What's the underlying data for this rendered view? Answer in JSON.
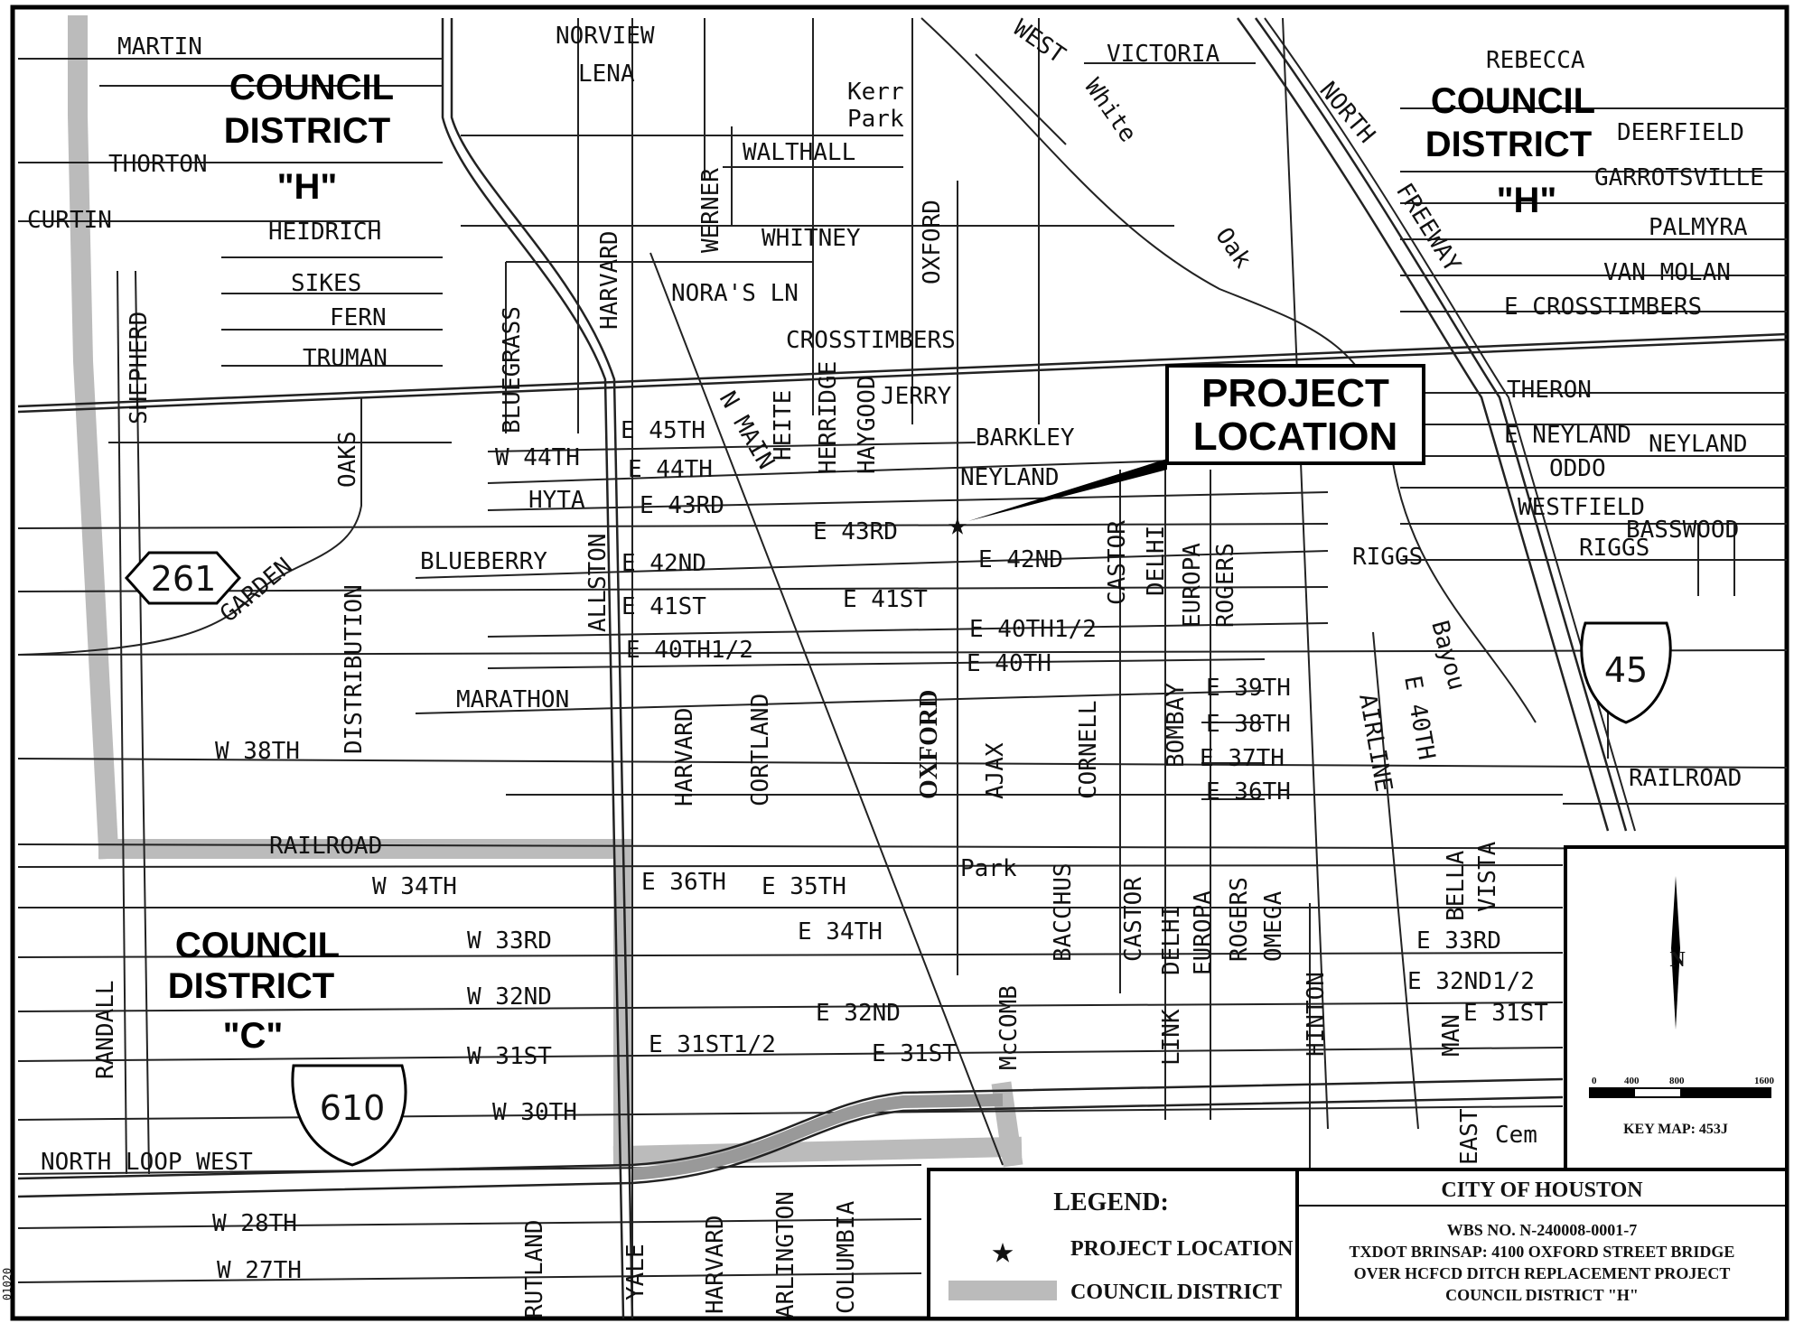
{
  "map": {
    "districts": {
      "h_west": [
        "COUNCIL",
        "DISTRICT",
        "\"H\""
      ],
      "h_east": [
        "COUNCIL",
        "DISTRICT",
        "\"H\""
      ],
      "c": [
        "COUNCIL",
        "DISTRICT",
        "\"C\""
      ]
    },
    "project_callout": [
      "PROJECT",
      "LOCATION"
    ],
    "highways": {
      "sh": "261",
      "interstate_45": "45",
      "loop_610": "610"
    },
    "streets": {
      "martin": "MARTIN",
      "norview": "NORVIEW",
      "lena": "LENA",
      "kerr": "Kerr",
      "park_label": "Park",
      "west": "WEST",
      "victoria": "VICTORIA",
      "rebecca": "REBECCA",
      "thorton": "THORTON",
      "walthall": "WALTHALL",
      "werner": "WERNER",
      "white": "White",
      "north": "NORTH",
      "freeway": "FREEWAY",
      "deerfield": "DEERFIELD",
      "garrotsville": "GARROTSVILLE",
      "curtin": "CURTIN",
      "heidrich": "HEIDRICH",
      "harvard": "HARVARD",
      "oxford": "OXFORD",
      "whitney": "WHITNEY",
      "oak": "Oak",
      "palmyra": "PALMYRA",
      "sikes": "SIKES",
      "fern": "FERN",
      "bluegrass": "BLUEGRASS",
      "noras_ln": "NORA'S LN",
      "van_molan": "VAN MOLAN",
      "e_crosstimbers": "E CROSSTIMBERS",
      "truman": "TRUMAN",
      "crosstimbers": "CROSSTIMBERS",
      "shepherd": "SHEPHERD",
      "oaks": "OAKS",
      "heite": "HEITE",
      "herridge": "HERRIDGE",
      "haygood": "HAYGOOD",
      "jerry": "JERRY",
      "theron": "THERON",
      "e_45th": "E 45TH",
      "barkley": "BARKLEY",
      "e_neyland": "E NEYLAND",
      "neyland": "NEYLAND",
      "w_44th": "W 44TH",
      "e_44th": "E 44TH",
      "n_main": "N MAIN",
      "oddo": "ODDO",
      "hyta": "HYTA",
      "e_43rd": "E 43RD",
      "westfield": "WESTFIELD",
      "castor": "CASTOR",
      "delhi": "DELHI",
      "europa": "EUROPA",
      "rogers": "ROGERS",
      "riggs": "RIGGS",
      "basswood": "BASSWOOD",
      "blueberry": "BLUEBERRY",
      "e_42nd": "E 42ND",
      "garden": "GARDEN",
      "allston": "ALLSTON",
      "e_41st": "E 41ST",
      "e_40th_half": "E 40TH1/2",
      "bayou": "Bayou",
      "distribution": "DISTRIBUTION",
      "e_40th": "E 40TH",
      "marathon": "MARATHON",
      "cortland": "CORTLAND",
      "ajax": "AJAX",
      "cornell": "CORNELL",
      "bombay": "BOMBAY",
      "e_39th": "E 39TH",
      "e_38th": "E 38TH",
      "w_38th": "W 38TH",
      "airline": "AIRLINE",
      "e_37th": "E 37TH",
      "e_36th": "E 36TH",
      "railroad": "RAILROAD",
      "bacchus": "BACCHUS",
      "omega": "OMEGA",
      "bella": "BELLA",
      "vista": "VISTA",
      "w_34th": "W 34TH",
      "e_36th_b": "E 36TH",
      "e_35th": "E 35TH",
      "e_34th": "E 34TH",
      "w_33rd": "W 33RD",
      "mccomb": "McCOMB",
      "e_33rd": "E 33RD",
      "randall": "RANDALL",
      "e_32nd_half": "E 32ND1/2",
      "w_32nd": "W 32ND",
      "e_32nd": "E 32ND",
      "link": "LINK",
      "hinton": "HINTON",
      "man": "MAN",
      "e_31st": "E 31ST",
      "w_31st": "W 31ST",
      "e_31st_half": "E 31ST1/2",
      "w_30th": "W 30TH",
      "east": "EAST",
      "cem": "Cem",
      "north_loop_west": "NORTH LOOP WEST",
      "rutland": "RUTLAND",
      "arlington": "ARLINGTON",
      "columbia": "COLUMBIA",
      "yale": "YALE",
      "w_28th": "W 28TH",
      "w_27th": "W 27TH"
    }
  },
  "key_map": {
    "north_label": "N",
    "scale_ticks": [
      "0",
      "400",
      "800",
      "1600"
    ],
    "caption": "KEY MAP: 453J"
  },
  "legend": {
    "title": "LEGEND:",
    "items": [
      {
        "symbol": "star-icon",
        "label": "PROJECT LOCATION"
      },
      {
        "symbol": "council-district-swatch",
        "label": "COUNCIL DISTRICT"
      }
    ],
    "swatch_color": "#bbbbbb"
  },
  "title_block": {
    "heading": "CITY OF HOUSTON",
    "lines": [
      "WBS NO. N-240008-0001-7",
      "TXDOT BRINSAP: 4100 OXFORD STREET BRIDGE",
      "OVER HCFCD DITCH REPLACEMENT PROJECT",
      "COUNCIL DISTRICT \"H\""
    ]
  },
  "margin_note": "01020"
}
